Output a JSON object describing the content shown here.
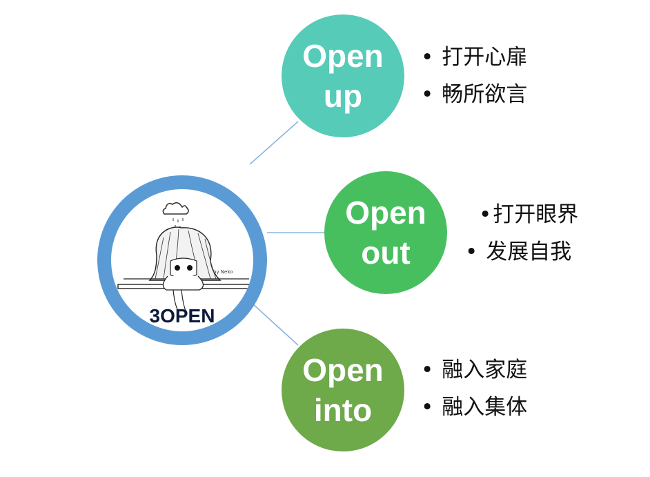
{
  "hub": {
    "label": "3OPEN",
    "illustration": "girl-resting-on-table-with-rain-cloud-sketch",
    "signature": "by Neko",
    "ring_color": "#5b9bd5"
  },
  "nodes": [
    {
      "id": "open-up",
      "line1": "Open",
      "line2": "up",
      "color": "#55cbb8",
      "bullets": [
        "打开心扉",
        "畅所欲言"
      ]
    },
    {
      "id": "open-out",
      "line1": "Open",
      "line2": "out",
      "color": "#48bf5f",
      "bullets": [
        "打开眼界",
        "发展自我"
      ]
    },
    {
      "id": "open-into",
      "line1": "Open",
      "line2": "into",
      "color": "#6ea94a",
      "bullets": [
        "融入家庭",
        "融入集体"
      ]
    }
  ],
  "connector_color": "#8ab4dc"
}
